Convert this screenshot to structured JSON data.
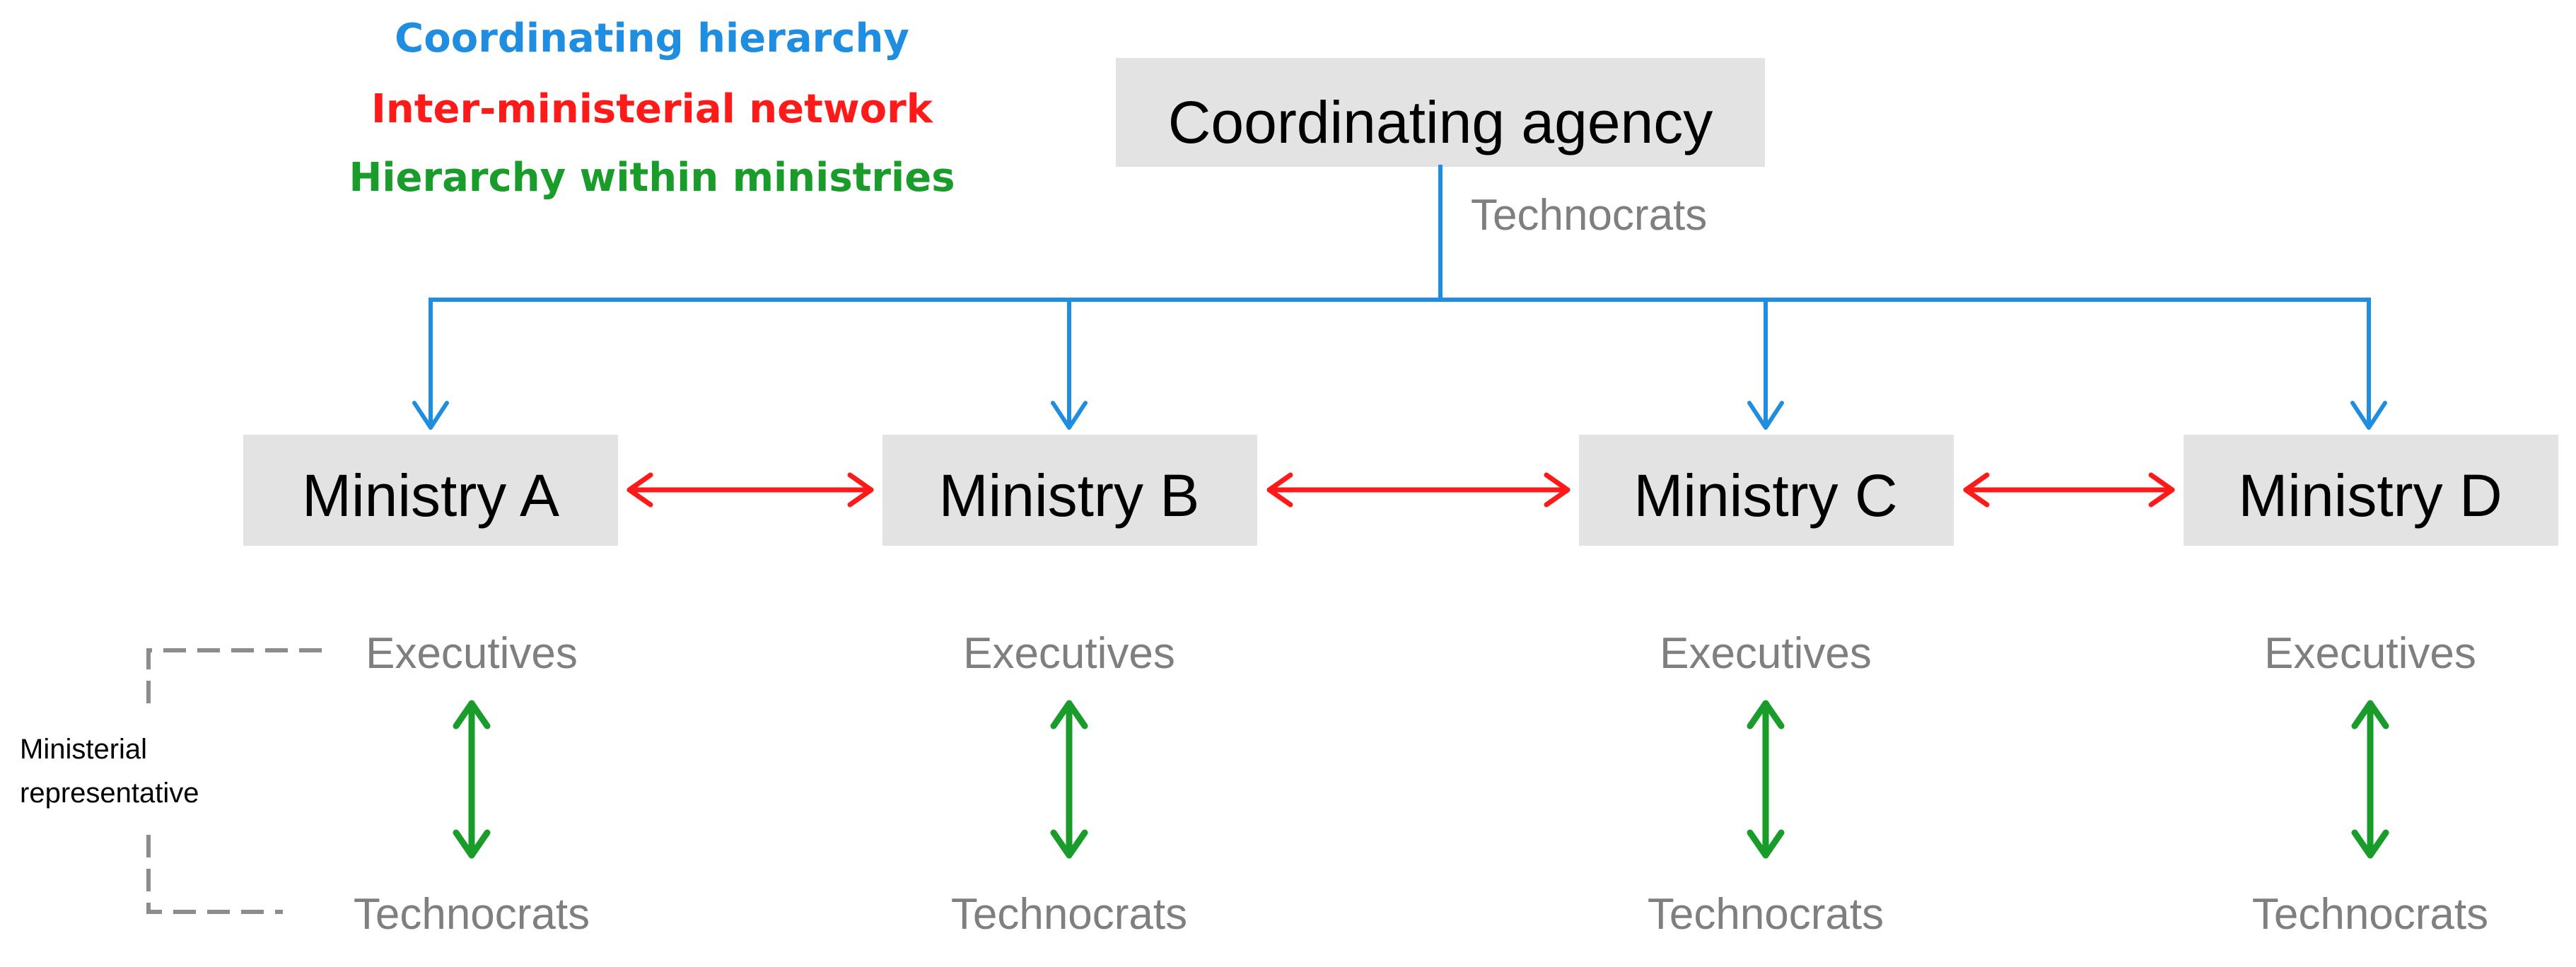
{
  "legend": {
    "coordinating": {
      "label": "Coordinating hierarchy",
      "color": "#1f8de0"
    },
    "network": {
      "label": "Inter-ministerial network",
      "color": "#ff1a1a"
    },
    "within": {
      "label": "Hierarchy within ministries",
      "color": "#1a9c2a"
    }
  },
  "agency": {
    "label": "Coordinating agency",
    "sublabel": "Technocrats"
  },
  "ministries": [
    {
      "label": "Ministry A",
      "top_role": "Executives",
      "bottom_role": "Technocrats"
    },
    {
      "label": "Ministry B",
      "top_role": "Executives",
      "bottom_role": "Technocrats"
    },
    {
      "label": "Ministry C",
      "top_role": "Executives",
      "bottom_role": "Technocrats"
    },
    {
      "label": "Ministry D",
      "top_role": "Executives",
      "bottom_role": "Technocrats"
    }
  ],
  "representative": {
    "line1": "Ministerial",
    "line2": "representative"
  },
  "colors": {
    "box_fill": "#e3e3e3",
    "role_text": "#7f7f7f",
    "bracket": "#8c8c8c"
  }
}
